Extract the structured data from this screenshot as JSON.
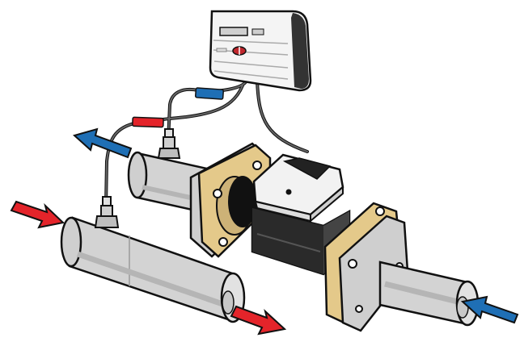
{
  "diagram": {
    "colors": {
      "pipe": "#d3d3d3",
      "pipe_shadow": "#b0b0b0",
      "flange": "#e4c98a",
      "flange_plate": "#cfcfcf",
      "meter_body": "#333333",
      "meter_display": "#f2f2f2",
      "outline": "#111111",
      "hot_arrow": "#e4242a",
      "cold_arrow": "#1f6fb5"
    },
    "components": [
      {
        "name": "calculator-unit",
        "icon": "wall-mounted-heat-calculator"
      },
      {
        "name": "flow-meter",
        "icon": "ultrasonic-flow-meter"
      },
      {
        "name": "supply-temperature-sensor",
        "icon": "temperature-probe",
        "cable_color": "red"
      },
      {
        "name": "return-temperature-sensor",
        "icon": "temperature-probe",
        "cable_color": "blue"
      },
      {
        "name": "return-pipe",
        "icon": "pipe"
      },
      {
        "name": "supply-pipe",
        "icon": "pipe"
      }
    ],
    "flow_arrows": [
      {
        "name": "inlet-arrow",
        "color": "blue"
      },
      {
        "name": "outlet-upper-arrow",
        "color": "blue"
      },
      {
        "name": "inlet-lower-arrow",
        "color": "red"
      },
      {
        "name": "outlet-lower-arrow",
        "color": "red"
      }
    ]
  }
}
